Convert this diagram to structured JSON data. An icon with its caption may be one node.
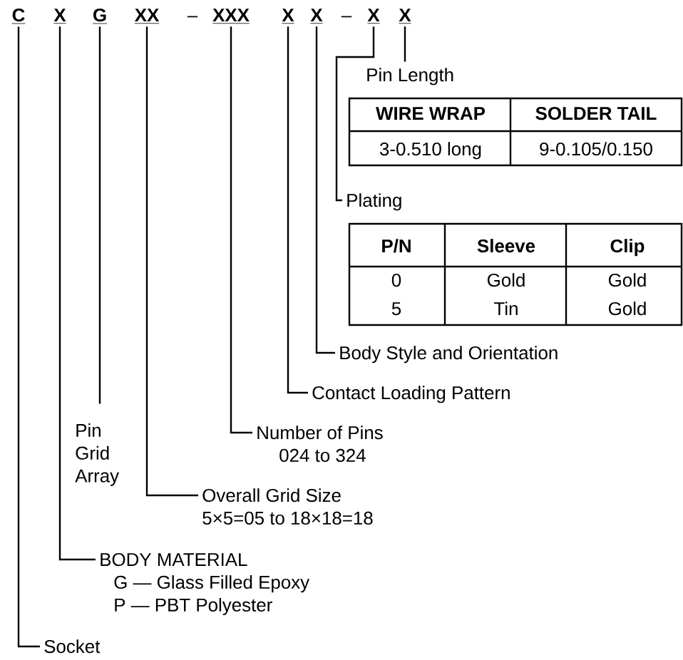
{
  "diagram": {
    "nodes": [
      {
        "text": [
          "C"
        ]
      },
      {
        "text": [
          "X"
        ]
      },
      {
        "text": [
          "G"
        ]
      },
      {
        "text": [
          "XX"
        ]
      },
      {
        "text": [
          "XXX"
        ]
      },
      {
        "text": [
          "X"
        ]
      },
      {
        "text": [
          "X"
        ]
      },
      {
        "text": [
          "X"
        ]
      },
      {
        "text": [
          "X"
        ]
      },
      {
        "text": [
          "Pin Length"
        ]
      },
      {
        "text": [
          "Plating"
        ]
      },
      {
        "text": [
          "Body Style and Orientation"
        ]
      },
      {
        "text": [
          "Contact Loading Pattern"
        ]
      },
      {
        "text": [
          "Number of Pins",
          "024 to 324"
        ]
      },
      {
        "text": [
          "Pin Grid Array"
        ]
      },
      {
        "text": [
          "Overall Grid Size",
          "5×5=05 to 18×18=18"
        ]
      },
      {
        "text": [
          "BODY MATERIAL",
          "G — Glass Filled Epoxy",
          "P — PBT Polyester"
        ]
      },
      {
        "text": [
          "Socket"
        ]
      }
    ],
    "edges": [
      {
        "from": 8,
        "to": 9,
        "arrow": "none"
      },
      {
        "from": 7,
        "to": 10,
        "arrow": "none"
      },
      {
        "from": 6,
        "to": 11,
        "arrow": "none"
      },
      {
        "from": 5,
        "to": 12,
        "arrow": "none"
      },
      {
        "from": 4,
        "to": 13,
        "arrow": "none"
      },
      {
        "from": 2,
        "to": 14,
        "arrow": "none"
      },
      {
        "from": 3,
        "to": 15,
        "arrow": "none"
      },
      {
        "from": 1,
        "to": 16,
        "arrow": "none"
      },
      {
        "from": 0,
        "to": 17,
        "arrow": "none"
      }
    ],
    "labels": [
      "–",
      "–",
      "WIRE WRAP",
      "SOLDER TAIL",
      "3-0.510 long",
      "9-0.105/0.150",
      "P/N",
      "Sleeve",
      "Clip",
      "0",
      "Gold",
      "Gold",
      "5",
      "Tin",
      "Gold"
    ]
  }
}
